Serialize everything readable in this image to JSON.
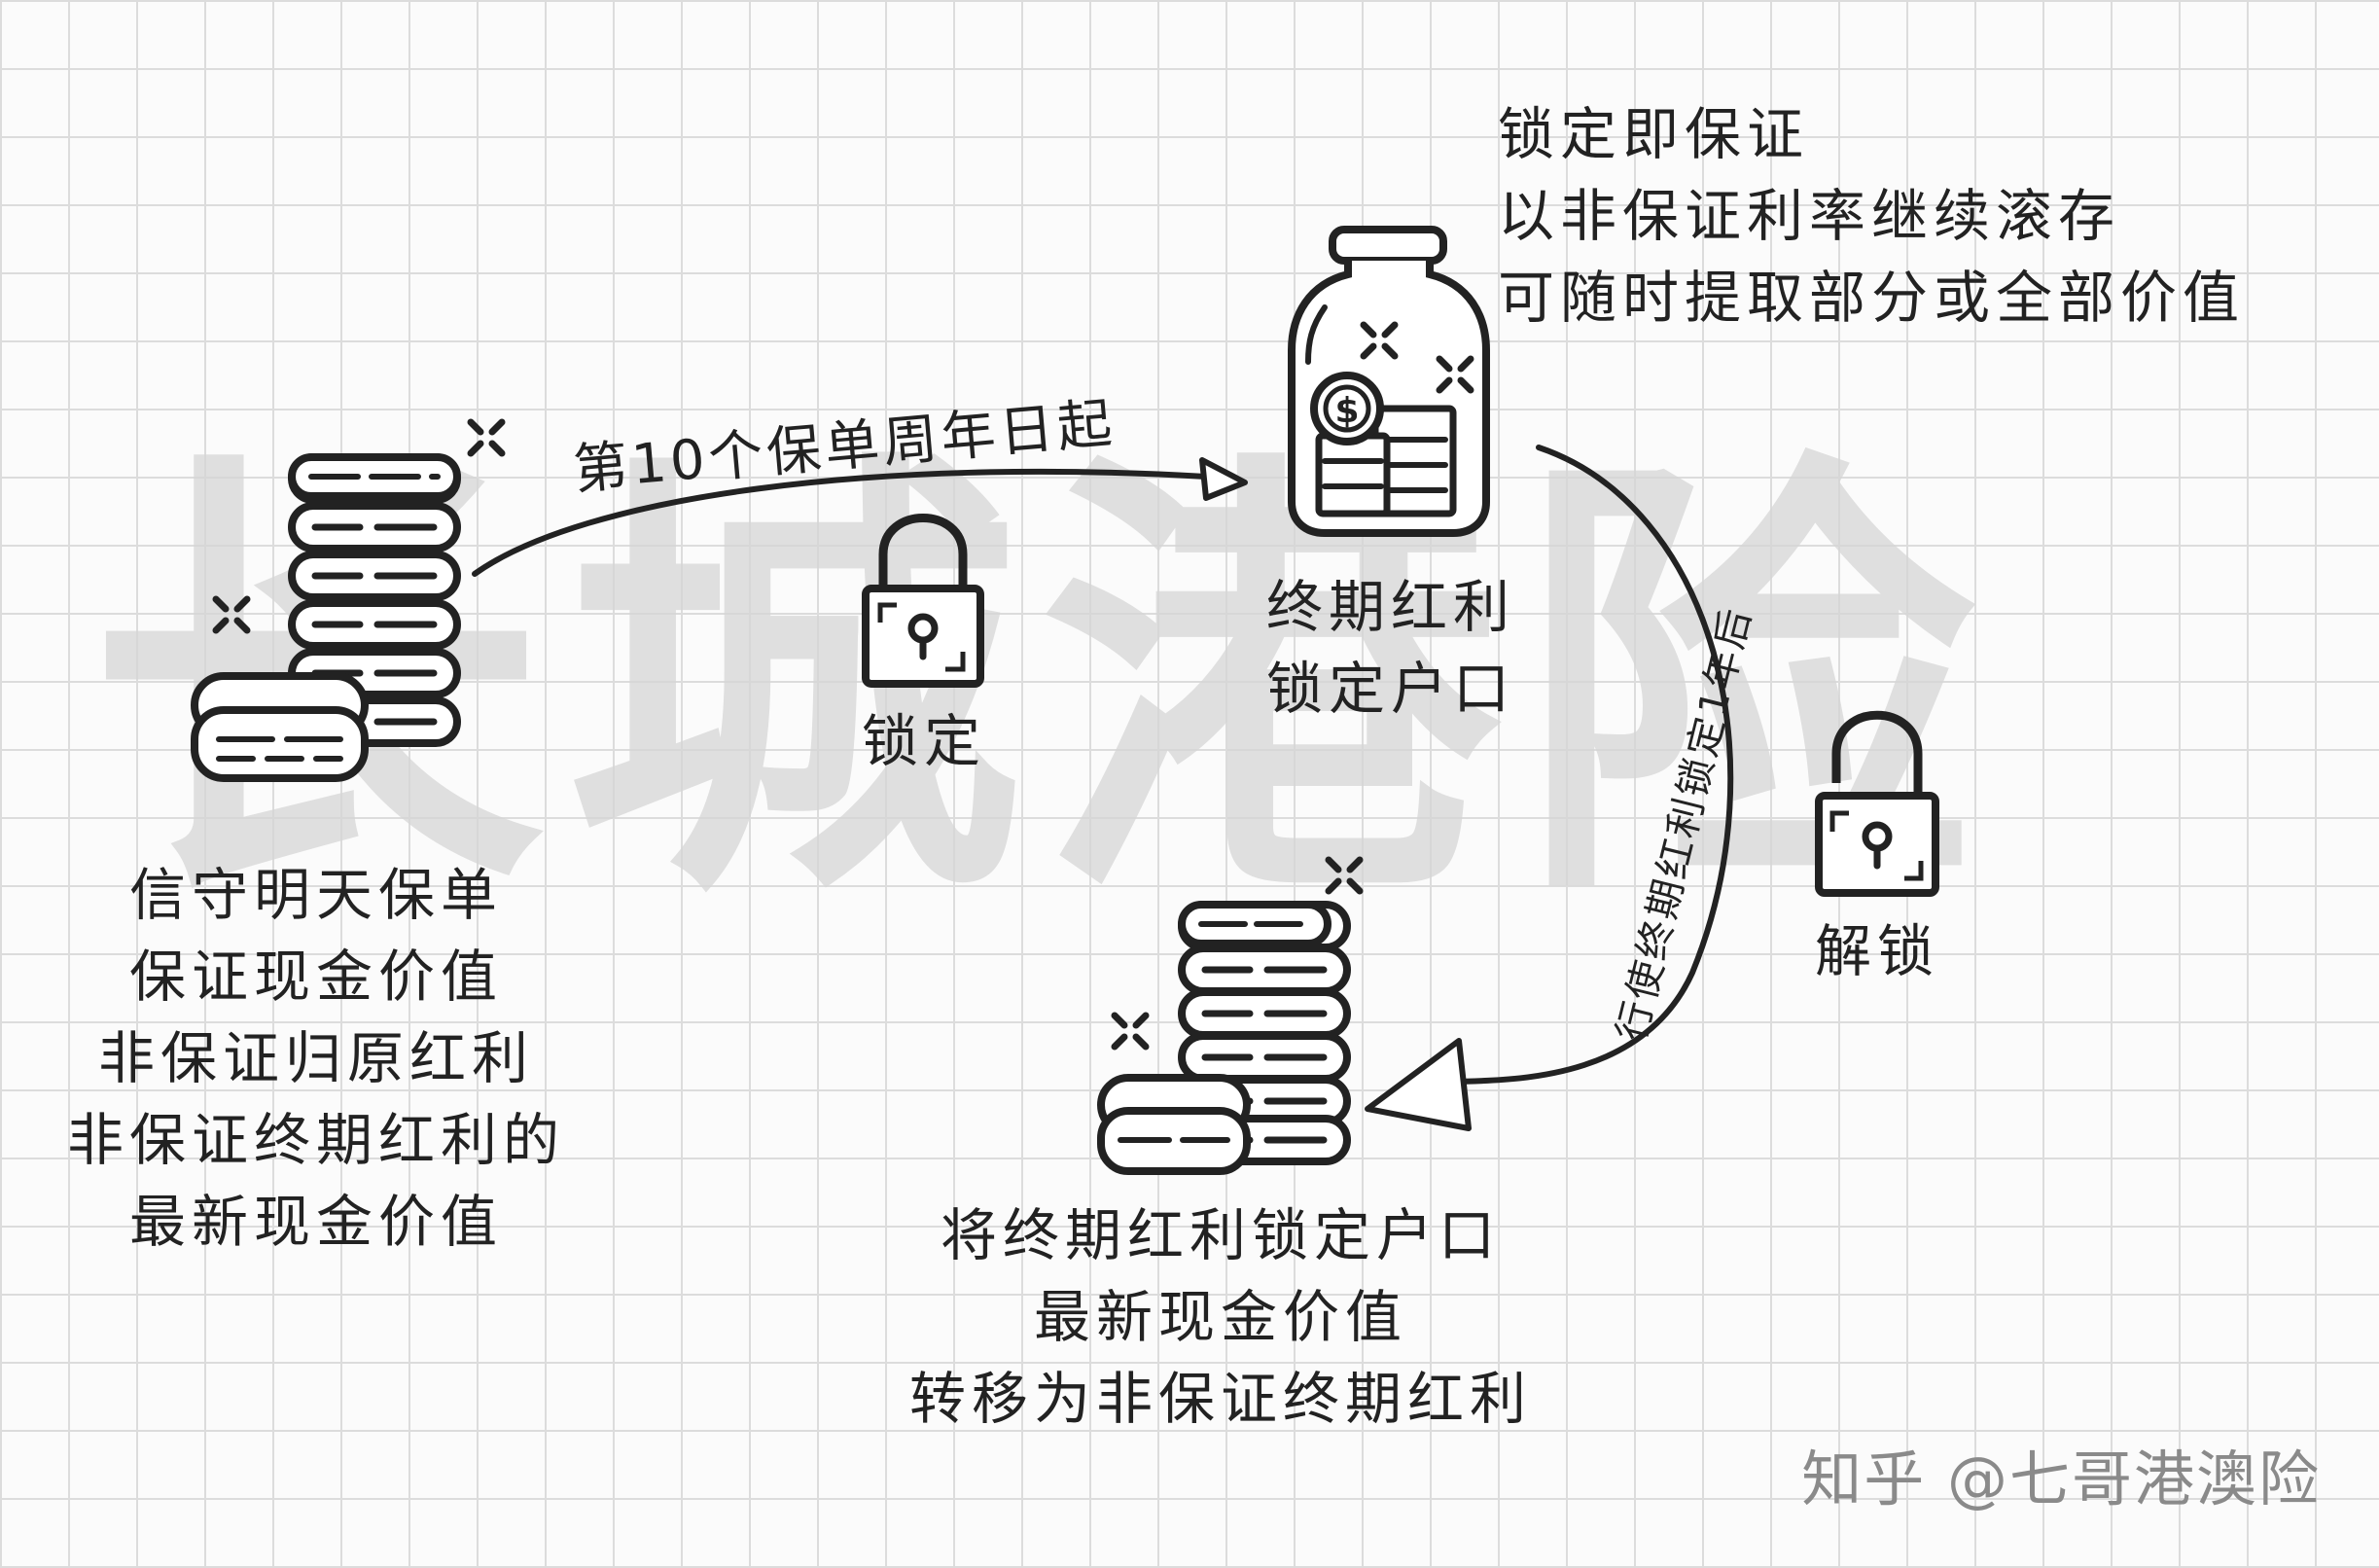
{
  "watermark": "长城港险",
  "arrow_top_label": "第10个保单周年日起",
  "arrow_side_label": "行使终期红利锁定1年后",
  "lock_label": "锁定",
  "unlock_label": "解锁",
  "jar_label": [
    "终期红利",
    "锁定户口"
  ],
  "notes_top_right": [
    "锁定即保证",
    "以非保证利率继续滚存",
    "可随时提取部分或全部价值"
  ],
  "left_coins_label": [
    "信守明天保单",
    "保证现金价值",
    "非保证归原红利",
    "非保证终期红利的",
    "最新现金价值"
  ],
  "bottom_coins_label": [
    "将终期红利锁定户口",
    "最新现金价值",
    "转移为非保证终期红利"
  ],
  "credit": "知乎 @七哥港澳险"
}
